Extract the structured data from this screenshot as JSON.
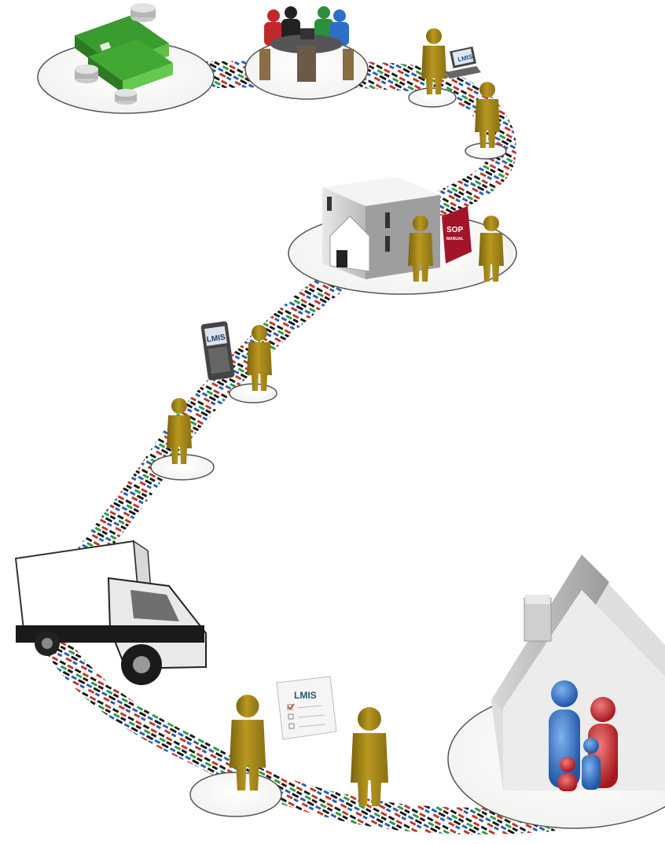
{
  "labels": {
    "laptop_screen": "LMIS",
    "phone_screen": "LMIS",
    "sop_line1": "SOP",
    "sop_line2": "MANUAL",
    "form_title": "LMIS"
  },
  "colors": {
    "figure_gold": "#a88a1e",
    "figure_shadow": "#6e5a10",
    "road_red": "#c0392b",
    "road_green": "#2e9b3f",
    "road_blue": "#2c5fb3",
    "road_black": "#1a1a1a",
    "sop_red": "#a3142b",
    "person_blue": "#2d6fc4",
    "person_red": "#c8242b"
  }
}
